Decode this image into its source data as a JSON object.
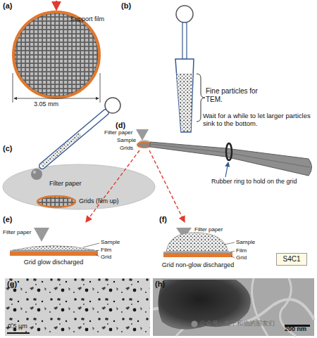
{
  "diagram": {
    "nodes": [
      {
        "text": [
          "S4C1"
        ]
      },
      {
        "text": [
          "(g)",
          "0.5 μm"
        ]
      },
      {
        "text": [
          "(h)",
          "200 nm"
        ]
      }
    ],
    "labels": [
      "(a)",
      "Support film",
      "3.05 mm",
      "(b)",
      "Fine particles for TEM.",
      "Wait for a while to let larger particles sink to the bottom.",
      "(c)",
      "Filter paper",
      "Grids (film up)",
      "(d)",
      "Filter paper",
      "Sample",
      "Grids",
      "Rubber ring to hold on the grid",
      "(e)",
      "Filter paper",
      "Sample",
      "Film",
      "Grid",
      "Grid glow discharged",
      "(f)",
      "Filter paper",
      "Sample",
      "Film",
      "Grid",
      "Grid non-glow discharged",
      "公众号 · 老千和他的朋友们"
    ]
  }
}
